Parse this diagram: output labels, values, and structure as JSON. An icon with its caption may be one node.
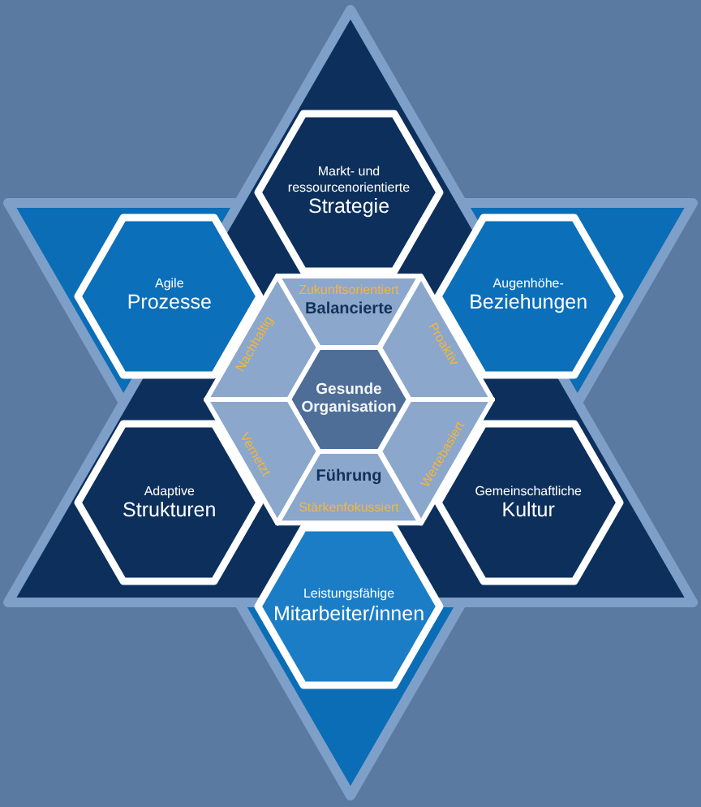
{
  "diagram": {
    "nodes": [
      {
        "text": [
          "Markt- und ressourcenorientierte",
          "Strategie"
        ]
      },
      {
        "text": [
          "Agile",
          "Prozesse"
        ]
      },
      {
        "text": [
          "Zukunftsorientiert",
          "Balancierte"
        ]
      },
      {
        "text": [
          "Augenhöhe-",
          "Beziehungen"
        ]
      },
      {
        "text": [
          "Nachhaltig"
        ]
      },
      {
        "text": [
          "Proaktiv"
        ]
      },
      {
        "text": [
          "Gesunde Organisation"
        ]
      },
      {
        "text": [
          "Vernetzt"
        ]
      },
      {
        "text": [
          "Wertebasiert"
        ]
      },
      {
        "text": [
          "Adaptive",
          "Strukturen"
        ]
      },
      {
        "text": [
          "Führung",
          "Stärkenfokussiert"
        ]
      },
      {
        "text": [
          "Gemeinschaftliche",
          "Kultur"
        ]
      },
      {
        "text": [
          "Leistungsfähige",
          "Mitarbeiter/innen"
        ]
      }
    ]
  }
}
